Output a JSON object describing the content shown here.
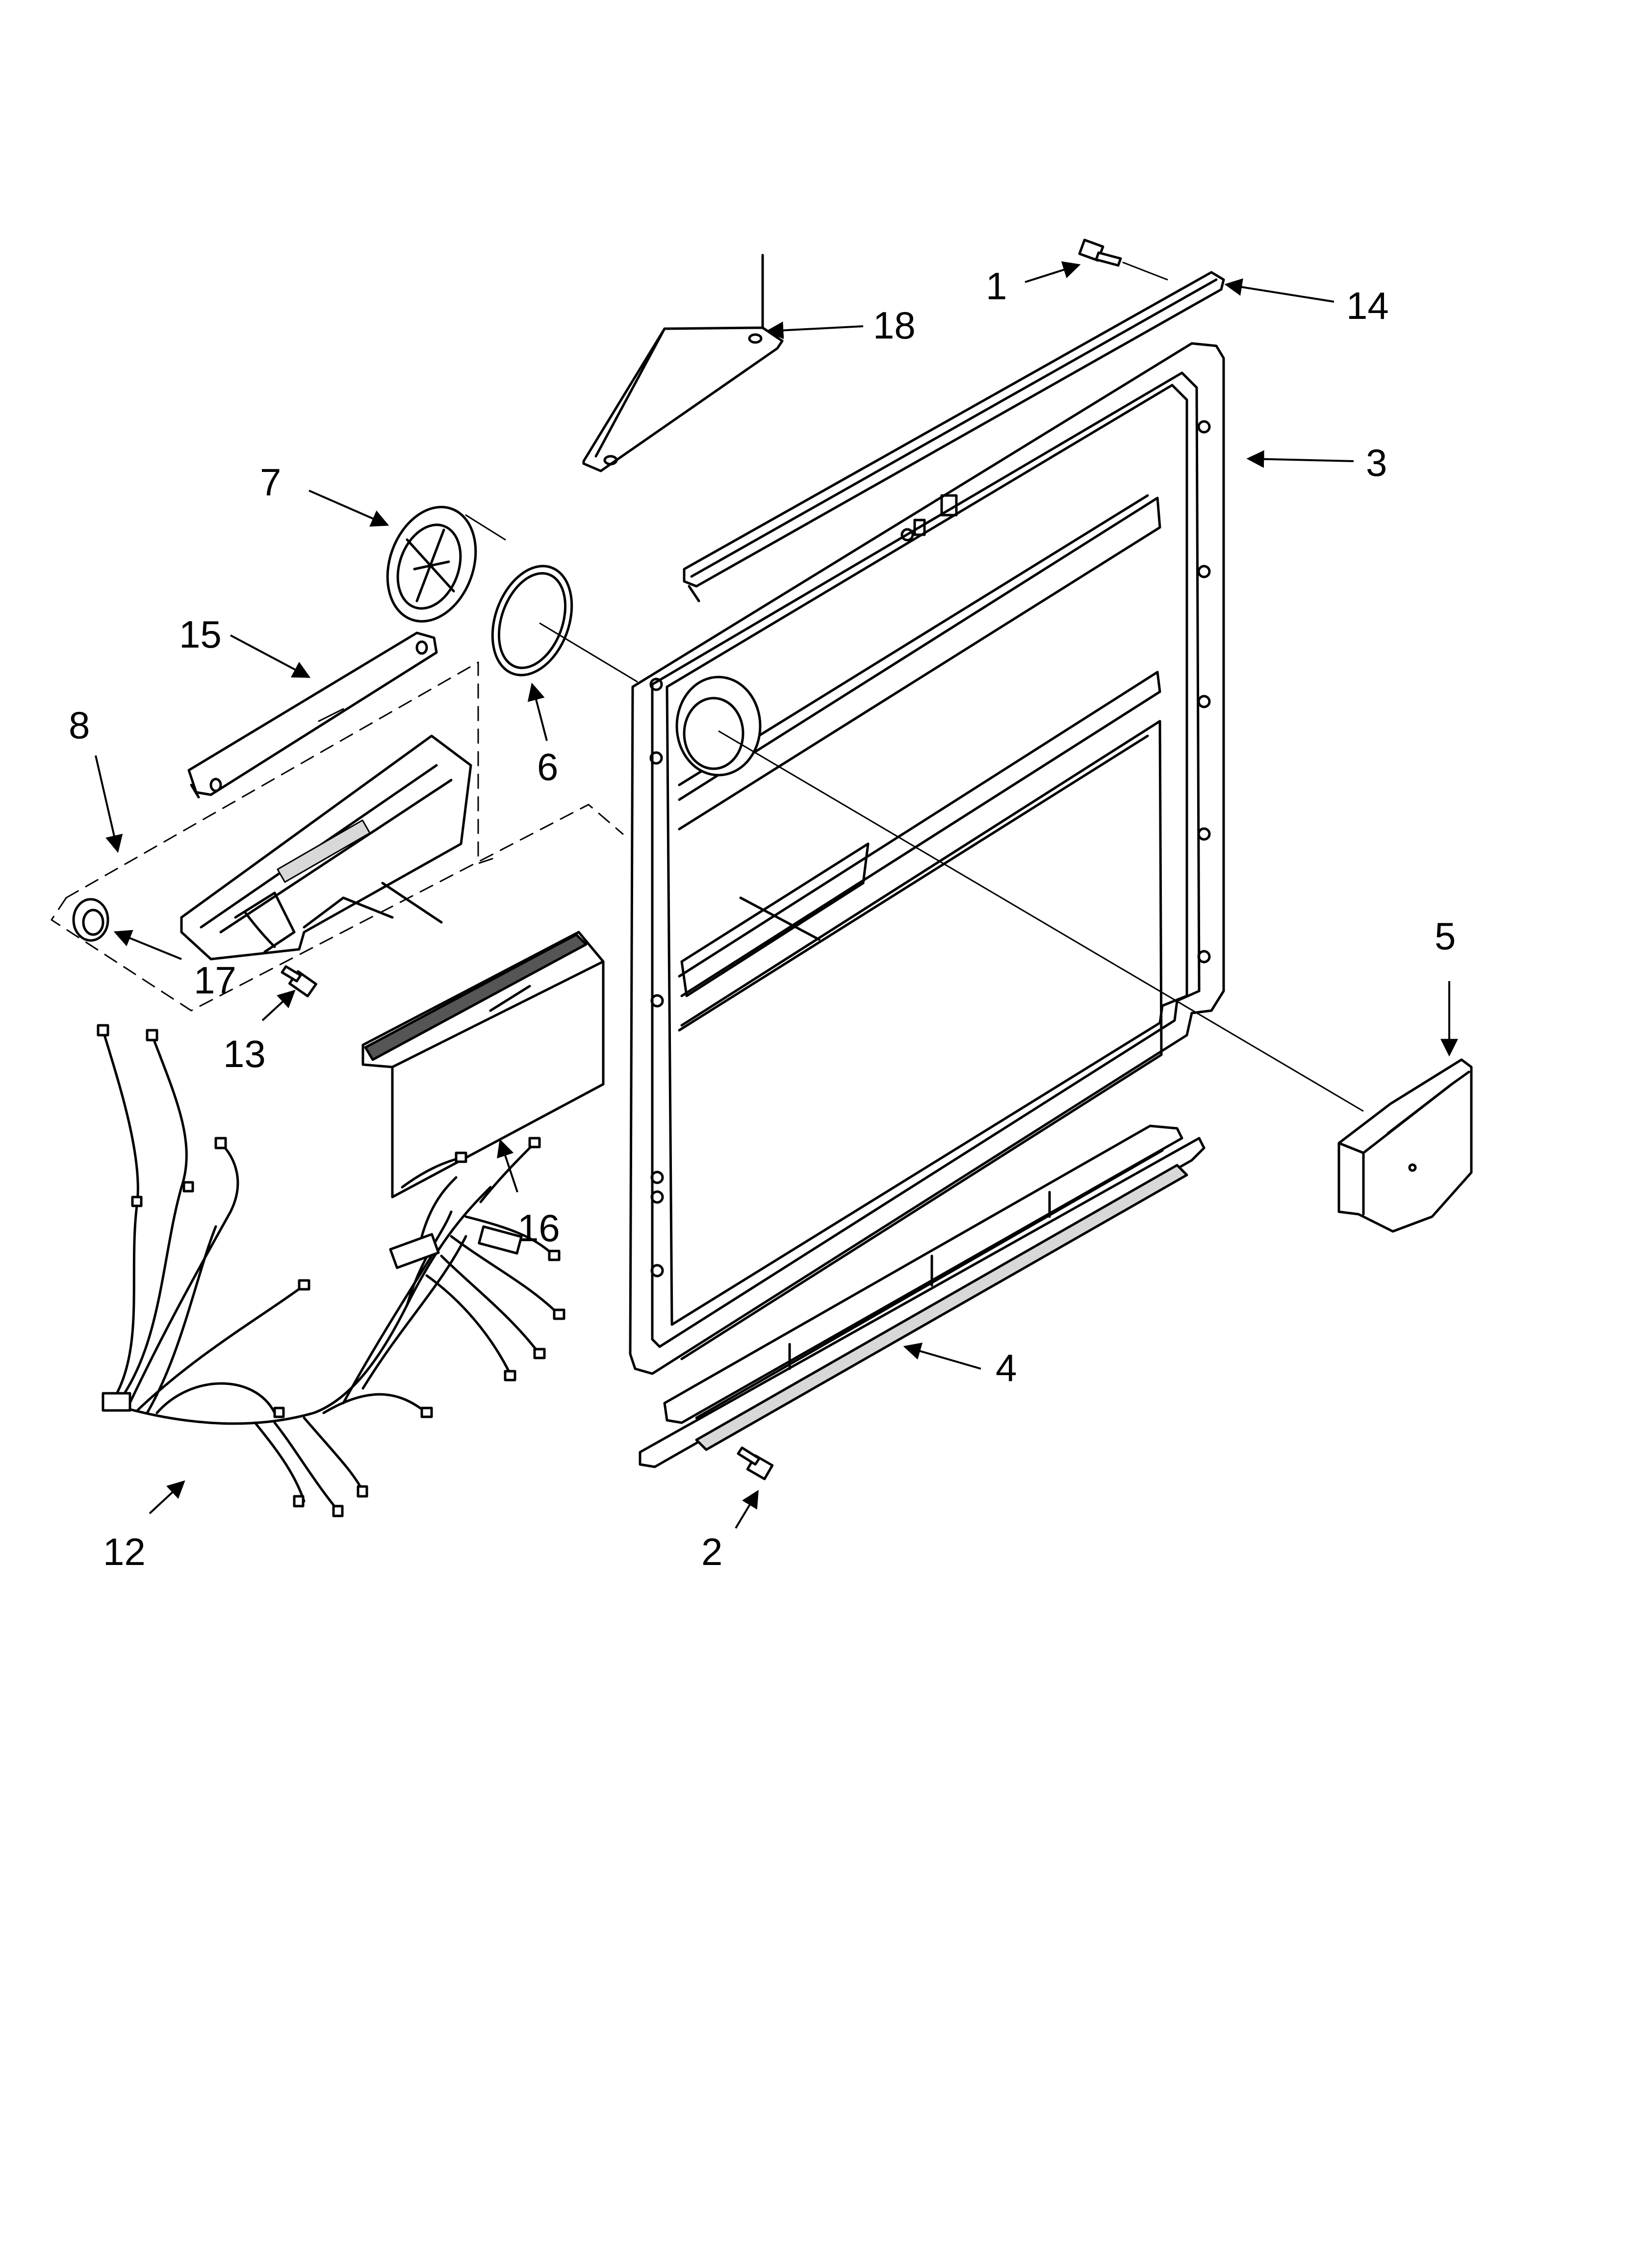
{
  "diagram": {
    "callouts": [
      {
        "id": "1",
        "label": "1"
      },
      {
        "id": "2",
        "label": "2"
      },
      {
        "id": "3",
        "label": "3"
      },
      {
        "id": "4",
        "label": "4"
      },
      {
        "id": "5",
        "label": "5"
      },
      {
        "id": "6",
        "label": "6"
      },
      {
        "id": "7",
        "label": "7"
      },
      {
        "id": "8",
        "label": "8"
      },
      {
        "id": "12",
        "label": "12"
      },
      {
        "id": "13",
        "label": "13"
      },
      {
        "id": "14",
        "label": "14"
      },
      {
        "id": "15",
        "label": "15"
      },
      {
        "id": "16",
        "label": "16"
      },
      {
        "id": "17",
        "label": "17"
      },
      {
        "id": "18",
        "label": "18"
      }
    ],
    "colors": {
      "line": "#000000",
      "background": "#ffffff",
      "shade": "#d8d8d8"
    }
  }
}
